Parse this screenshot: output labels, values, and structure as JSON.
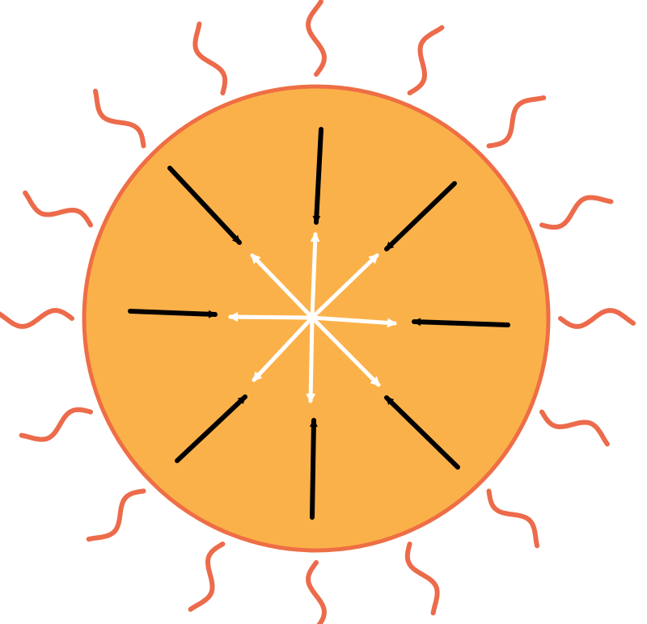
{
  "colors": {
    "background": "#ffffff",
    "star_fill": "#fbb149",
    "star_outline": "#ee6e45",
    "radiation_waves": "#ec6b4b",
    "inward_arrows": "#000000",
    "outward_arrows": "#ffffff"
  },
  "star": {
    "shape": "circle"
  },
  "radiation": {
    "icon": "wavy-line",
    "count": 16
  },
  "forces": {
    "inward": {
      "icon": "arrow",
      "count": 8,
      "color_key": "inward_arrows"
    },
    "outward": {
      "icon": "arrow",
      "count": 8,
      "color_key": "outward_arrows"
    }
  }
}
